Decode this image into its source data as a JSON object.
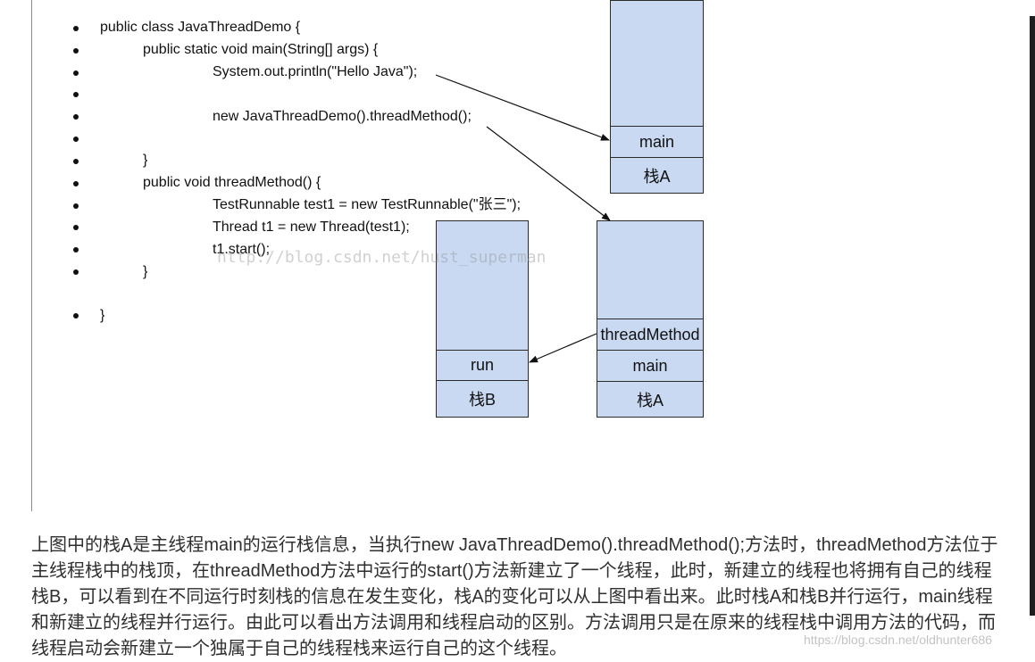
{
  "code": [
    "public class JavaThreadDemo {",
    "public static void main(String[] args) {",
    "System.out.println(\"Hello Java\");",
    "",
    "new JavaThreadDemo().threadMethod();",
    "",
    "}",
    "public void threadMethod() {",
    "TestRunnable test1 = new TestRunnable(\"张三\");",
    "Thread t1 = new Thread(test1);",
    "t1.start();",
    "}",
    "}"
  ],
  "stacks": {
    "top_a": {
      "frame": "main",
      "name": "栈A"
    },
    "b": {
      "frame": "run",
      "name": "栈B"
    },
    "bottom_a": {
      "frames": [
        "threadMethod",
        "main"
      ],
      "name": "栈A"
    }
  },
  "watermark": "http://blog.csdn.net/hust_superman",
  "description": "上图中的栈A是主线程main的运行栈信息，当执行new JavaThreadDemo().threadMethod();方法时，threadMethod方法位于主线程栈中的栈顶，在threadMethod方法中运行的start()方法新建立了一个线程，此时，新建立的线程也将拥有自己的线程栈B，可以看到在不同运行时刻栈的信息在发生变化，栈A的变化可以从上图中看出来。此时栈A和栈B并行运行，main线程和新建立的线程并行运行。由此可以看出方法调用和线程启动的区别。方法调用只是在原来的线程栈中调用方法的代码，而线程启动会新建立一个独属于自己的线程栈来运行自己的这个线程。",
  "corner_watermark": "https://blog.csdn.net/oldhunter686"
}
